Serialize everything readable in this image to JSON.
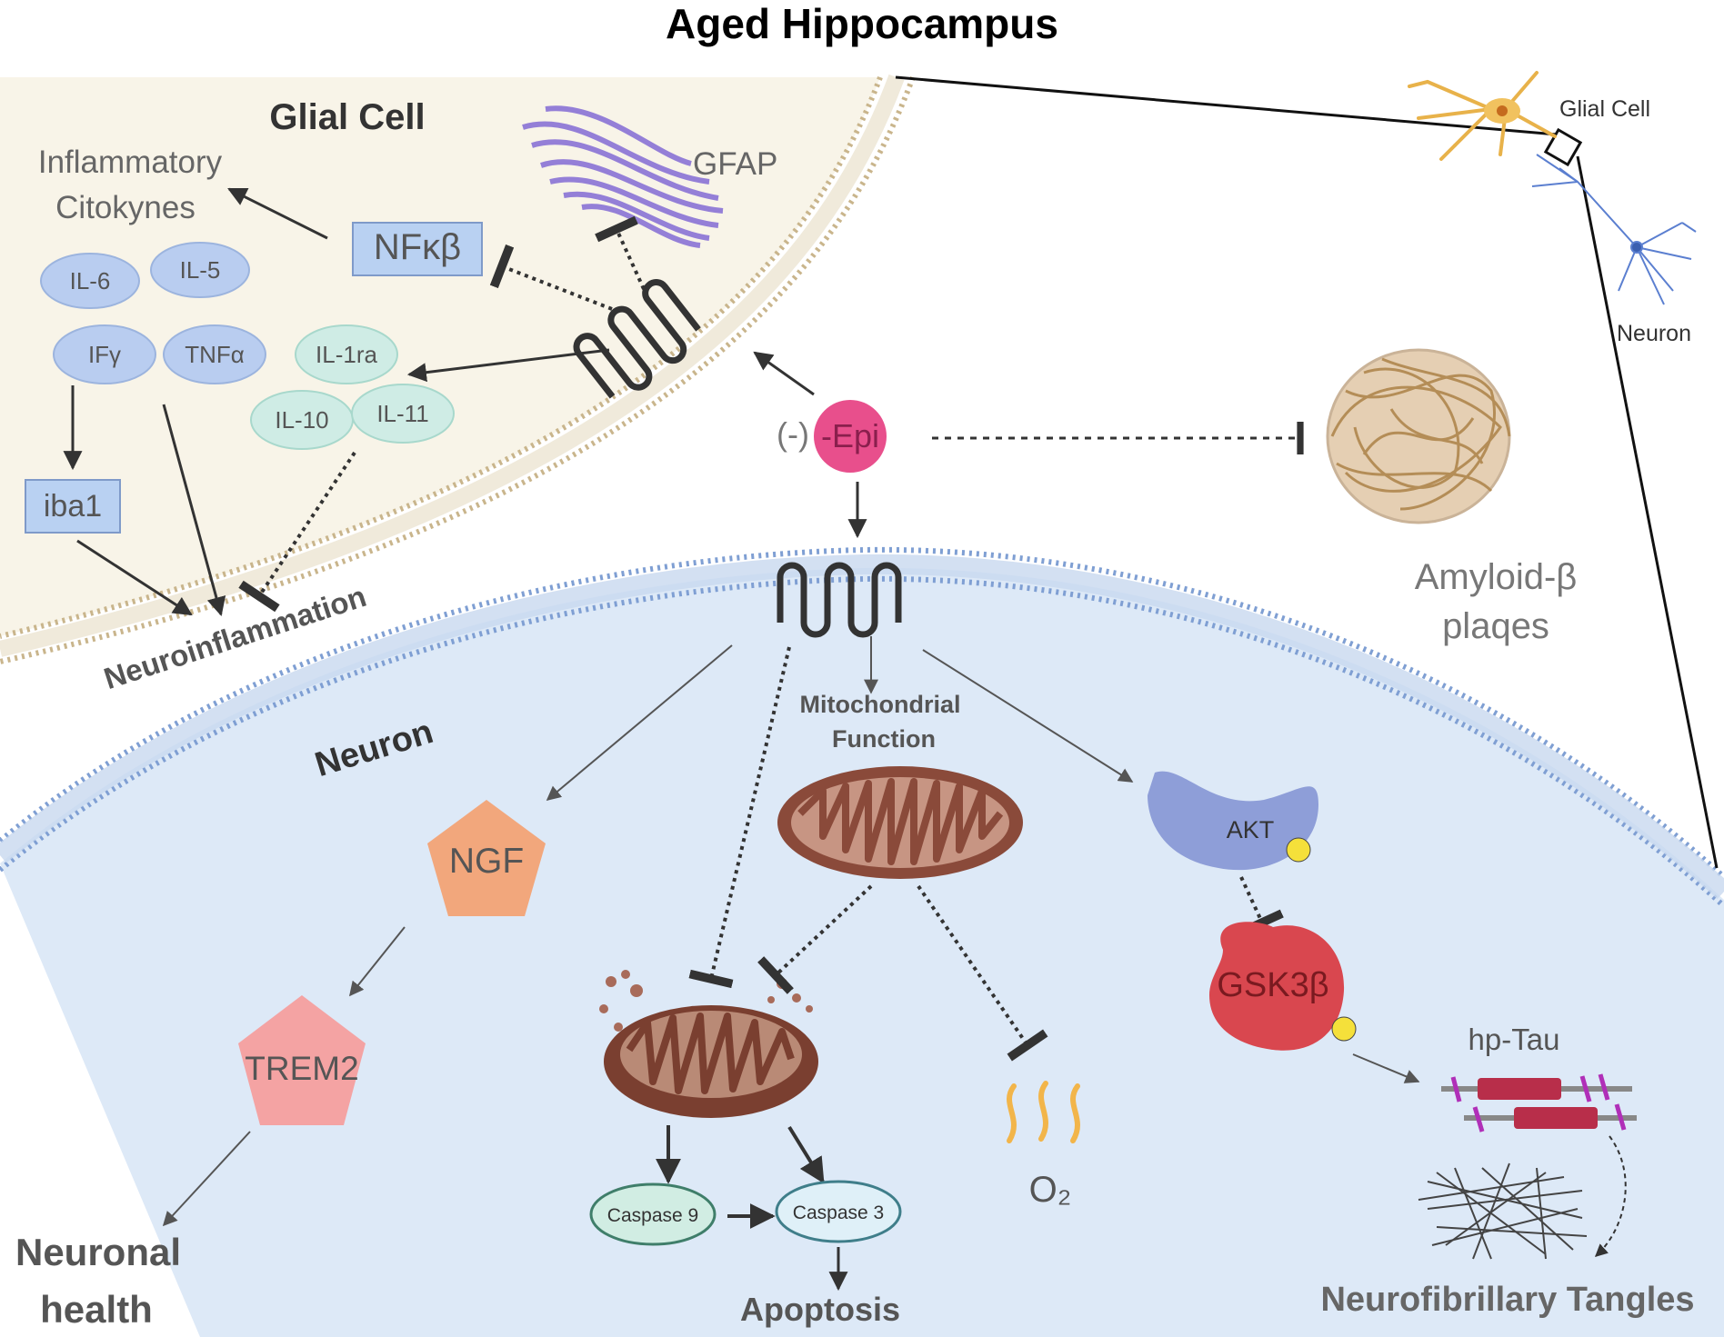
{
  "title": "Aged Hippocampus",
  "glial_cell": {
    "label": "Glial Cell",
    "inflammatory_line1": "Inflammatory",
    "inflammatory_line2": "Citokynes",
    "nfkb": "NFκβ",
    "gfap": "GFAP",
    "cytokines": {
      "il6": "IL-6",
      "il5": "IL-5",
      "ify": "IFγ",
      "tnfa": "TNFα",
      "il1ra": "IL-1ra",
      "il10": "IL-10",
      "il11": "IL-11"
    },
    "iba1": "iba1",
    "neuroinflammation": "Neuroinflammation"
  },
  "epi": {
    "prefix": "(-)",
    "name": "-Epi"
  },
  "amyloid": {
    "line1": "Amyloid-β",
    "line2": "plaqes"
  },
  "inset": {
    "glial_label": "Glial Cell",
    "neuron_label": "Neuron"
  },
  "neuron": {
    "label": "Neuron",
    "mito_line1": "Mitochondrial",
    "mito_line2": "Function",
    "ngf": "NGF",
    "trem2": "TREM2",
    "neuronal_line1": "Neuronal",
    "neuronal_line2": "health",
    "akt": "AKT",
    "gsk3b": "GSK3β",
    "hptau": "hp-Tau",
    "tangles": "Neurofibrillary Tangles",
    "caspase9": "Caspase 9",
    "caspase3": "Caspase 3",
    "apoptosis": "Apoptosis",
    "o2": "O₂"
  },
  "colors": {
    "glial_bg": "#f8f4e8",
    "neuron_bg": "#dde9f7",
    "membrane_glial": "#c8b48a",
    "membrane_neuron": "#8aa9d8",
    "epi": "#e84f8c",
    "cytokine_blue": "#b9cdf0",
    "cytokine_green": "#cfece5",
    "ngf": "#f2a77c",
    "trem2": "#f4a3a3",
    "akt": "#8e9ed8",
    "gsk3b": "#d9474f",
    "mito": "#8a4a3a"
  }
}
